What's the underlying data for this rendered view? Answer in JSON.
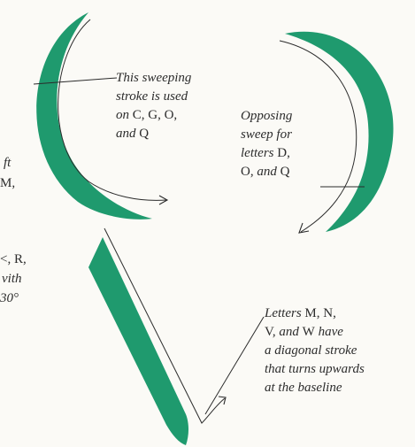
{
  "colors": {
    "stroke_green": "#1f9a6e",
    "pen_line": "#2a2a2a",
    "background": "#fbfaf6"
  },
  "note_c": {
    "line1": "This sweeping",
    "line2": "stroke is used",
    "line3a": "on ",
    "line3b": "C, G, O,",
    "line4a": "and ",
    "line4b": "Q"
  },
  "note_d": {
    "line1": "Opposing",
    "line2": "sweep for",
    "line3a": "letters ",
    "line3b": "D,",
    "line4a": "O,",
    "line4b": " and ",
    "line4c": "Q"
  },
  "note_m": {
    "line1a": "Letters ",
    "line1b": "M, N,",
    "line2a": "V,",
    "line2b": " and ",
    "line2c": "W",
    "line2d": " have",
    "line3": "a diagonal stroke",
    "line4": "that turns upwards",
    "line5": "at the baseline"
  },
  "left_fragments": {
    "frag1": "ft",
    "frag2": "M,",
    "frag3": "<, R,",
    "frag4": "vith",
    "frag5": "30°"
  }
}
